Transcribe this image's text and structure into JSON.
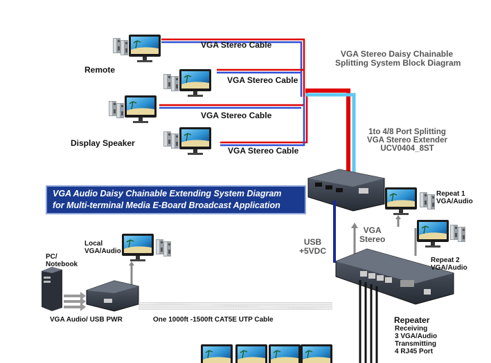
{
  "title": {
    "line1": "VGA Stereo Daisy Chainable",
    "line2": "Splitting System Block Diagram"
  },
  "banner": {
    "line1": "VGA Audio Daisy Chainable Extending System Diagram",
    "line2": "for Multi-terminal Media E-Board Broadcast Application"
  },
  "cables": [
    "VGA Stereo Cable",
    "VGA Stereo Cable",
    "VGA Stereo Cable",
    "VGA Stereo Cable"
  ],
  "labels": {
    "remote": "Remote",
    "display_speaker": "Display Speaker",
    "splitter_line1": "1to 4/8 Port Splitting",
    "splitter_line2": "VGA Stereo Extender",
    "splitter_line3": "UCV0404_8ST",
    "repeat1_line1": "Repeat 1",
    "repeat1_line2": "VGA/Audio",
    "repeat2_line1": "Repeat 2",
    "repeat2_line2": "VGA/Audio",
    "vga_line1": "VGA",
    "vga_line2": "Stereo",
    "usb_line1": "USB",
    "usb_line2": "+5VDC",
    "local_line1": "Local",
    "local_line2": "VGA/Audio",
    "pc_line1": "PC/",
    "pc_line2": "Notebook",
    "vga_audio_usb": "VGA Audio/ USB PWR",
    "utp_cable": "One 1000ft -1500ft CAT5E UTP Cable",
    "repeater_title": "Repeater",
    "repeater_line1": "Receiving",
    "repeater_line2": "3 VGA/Audio",
    "repeater_line3": "Transmitting",
    "repeater_line4": "4 RJ45 Port"
  },
  "colors": {
    "red": "#e00000",
    "blue": "#2d4fd6",
    "light_blue": "#5fc8f0",
    "navy": "#1a3a8f",
    "device": "#2e3440"
  }
}
